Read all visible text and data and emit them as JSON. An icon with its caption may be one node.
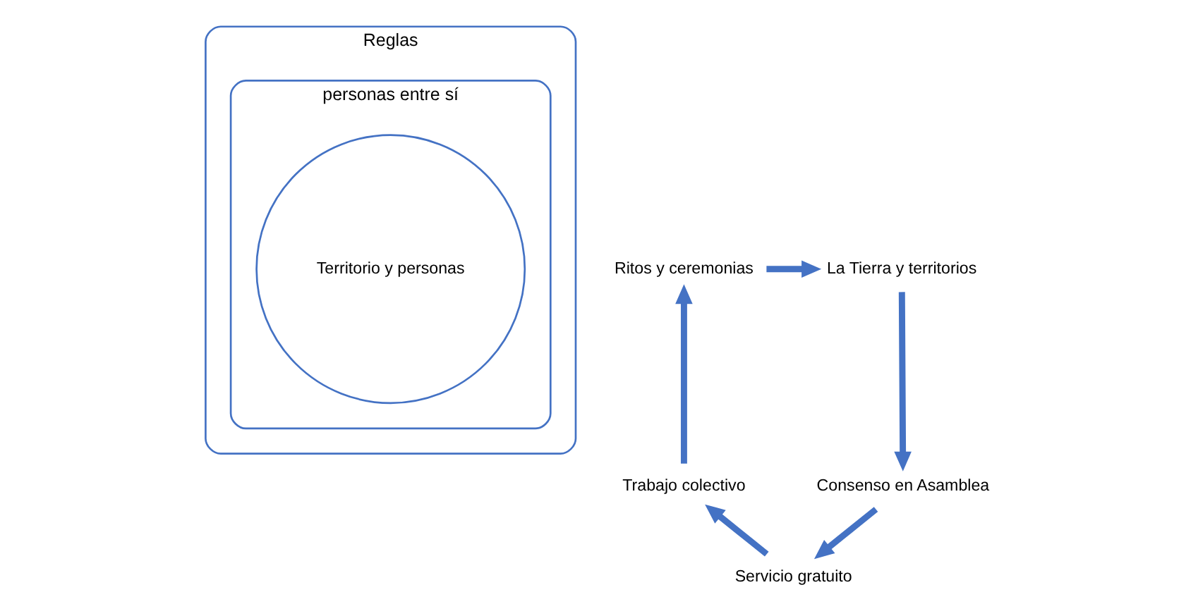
{
  "diagram": {
    "nodes": [
      {
        "text": [
          "Reglas"
        ]
      },
      {
        "text": [
          "personas entre sí"
        ],
        "in": 0
      },
      {
        "text": [
          "Territorio y personas"
        ],
        "in": 1
      },
      {
        "text": [
          "Ritos y ceremonias"
        ]
      },
      {
        "text": [
          "La Tierra y territorios"
        ]
      },
      {
        "text": [
          "Consenso en Asamblea"
        ]
      },
      {
        "text": [
          "Servicio gratuito"
        ]
      },
      {
        "text": [
          "Trabajo colectivo"
        ]
      }
    ],
    "edges": [
      {
        "from": 3,
        "to": 4,
        "arrow": "to"
      },
      {
        "from": 4,
        "to": 5,
        "arrow": "to"
      },
      {
        "from": 5,
        "to": 6,
        "arrow": "to"
      },
      {
        "from": 6,
        "to": 7,
        "arrow": "to"
      },
      {
        "from": 7,
        "to": 3,
        "arrow": "to"
      }
    ]
  }
}
